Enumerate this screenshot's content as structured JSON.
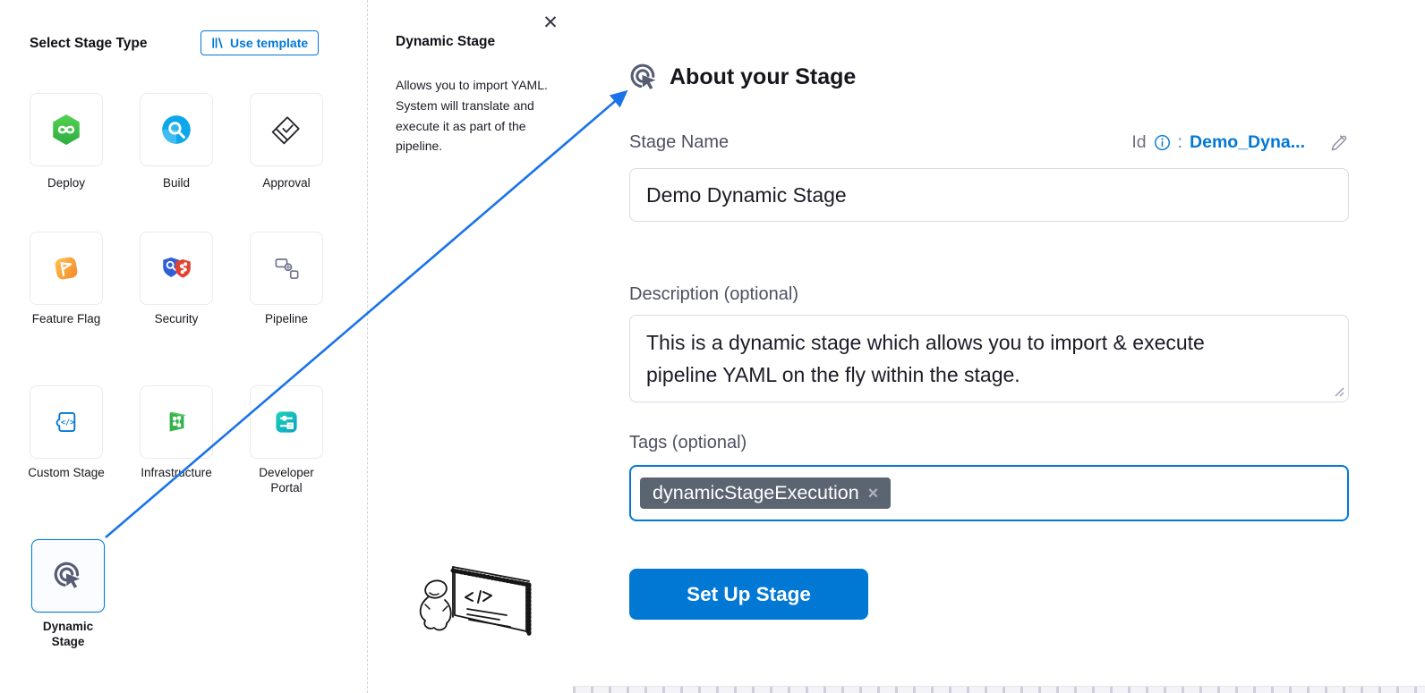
{
  "colors": {
    "primary": "#0278d5",
    "arrow_blue": "#1a73e8",
    "tag_chip_bg": "#5b6471",
    "heading_text": "#16161d",
    "label_text": "#4f5162"
  },
  "left_panel": {
    "title": "Select Stage Type",
    "use_template_label": "Use template",
    "stages": [
      {
        "label": "Deploy",
        "icon": "deploy-icon"
      },
      {
        "label": "Build",
        "icon": "build-icon"
      },
      {
        "label": "Approval",
        "icon": "approval-icon"
      },
      {
        "label": "Feature Flag",
        "icon": "feature-flag-icon"
      },
      {
        "label": "Security",
        "icon": "security-icon"
      },
      {
        "label": "Pipeline",
        "icon": "pipeline-icon"
      },
      {
        "label": "Custom Stage",
        "icon": "custom-stage-icon"
      },
      {
        "label": "Infrastructure",
        "icon": "infrastructure-icon"
      },
      {
        "label": "Developer Portal",
        "icon": "developer-portal-icon"
      },
      {
        "label": "Dynamic Stage",
        "icon": "dynamic-stage-icon",
        "selected": true
      }
    ]
  },
  "info_panel": {
    "title": "Dynamic Stage",
    "close_icon": "✕",
    "description": "Allows you to import YAML. System will translate and execute it as part of the pipeline."
  },
  "form_panel": {
    "heading": "About your Stage",
    "header_icon": "dynamic-stage-icon",
    "stage_name_label": "Stage Name",
    "id_label": "Id",
    "id_info_icon": "info-icon",
    "id_separator": ":",
    "id_value": "Demo_Dyna...",
    "edit_icon": "pencil-icon",
    "stage_name_value": "Demo Dynamic Stage",
    "description_label": "Description (optional)",
    "description_value": "This is a dynamic stage which allows you to import & execute pipeline YAML on the fly within the stage.",
    "tags_label": "Tags (optional)",
    "tags": [
      {
        "label": "dynamicStageExecution",
        "remove_icon": "×"
      }
    ],
    "submit_label": "Set Up Stage"
  }
}
